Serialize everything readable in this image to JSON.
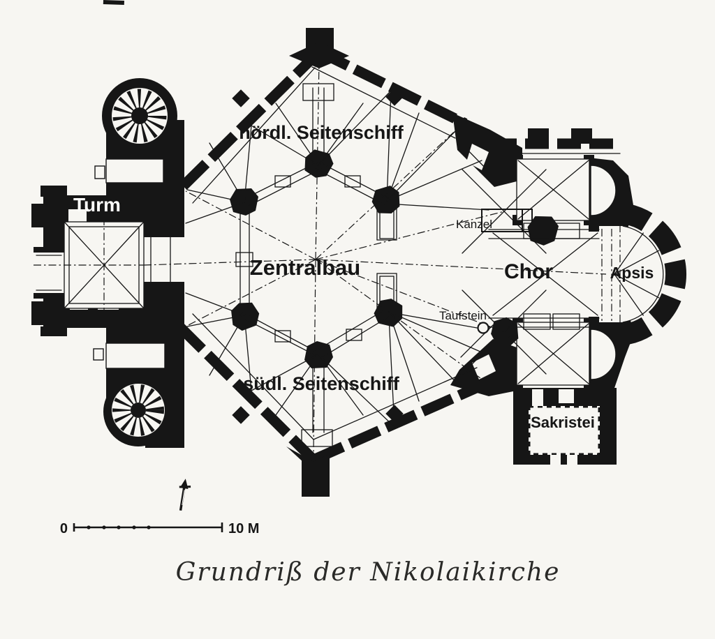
{
  "plan": {
    "caption": "Grundriß der Nikolaikirche",
    "labels": {
      "turm": "Turm",
      "north_aisle": "nördl. Seitenschiff",
      "central_hall": "Zentralbau",
      "pulpit": "Kanzel",
      "baptismal_font": "Taufstein",
      "choir": "Chor",
      "apse": "Apsis",
      "south_aisle": "südl. Seitenschiff",
      "sacristy": "Sakristei"
    },
    "scale_bar": {
      "start_label": "0",
      "end_label": "10 M"
    },
    "colors": {
      "ink": "#161616",
      "paper": "#f7f6f2"
    }
  }
}
